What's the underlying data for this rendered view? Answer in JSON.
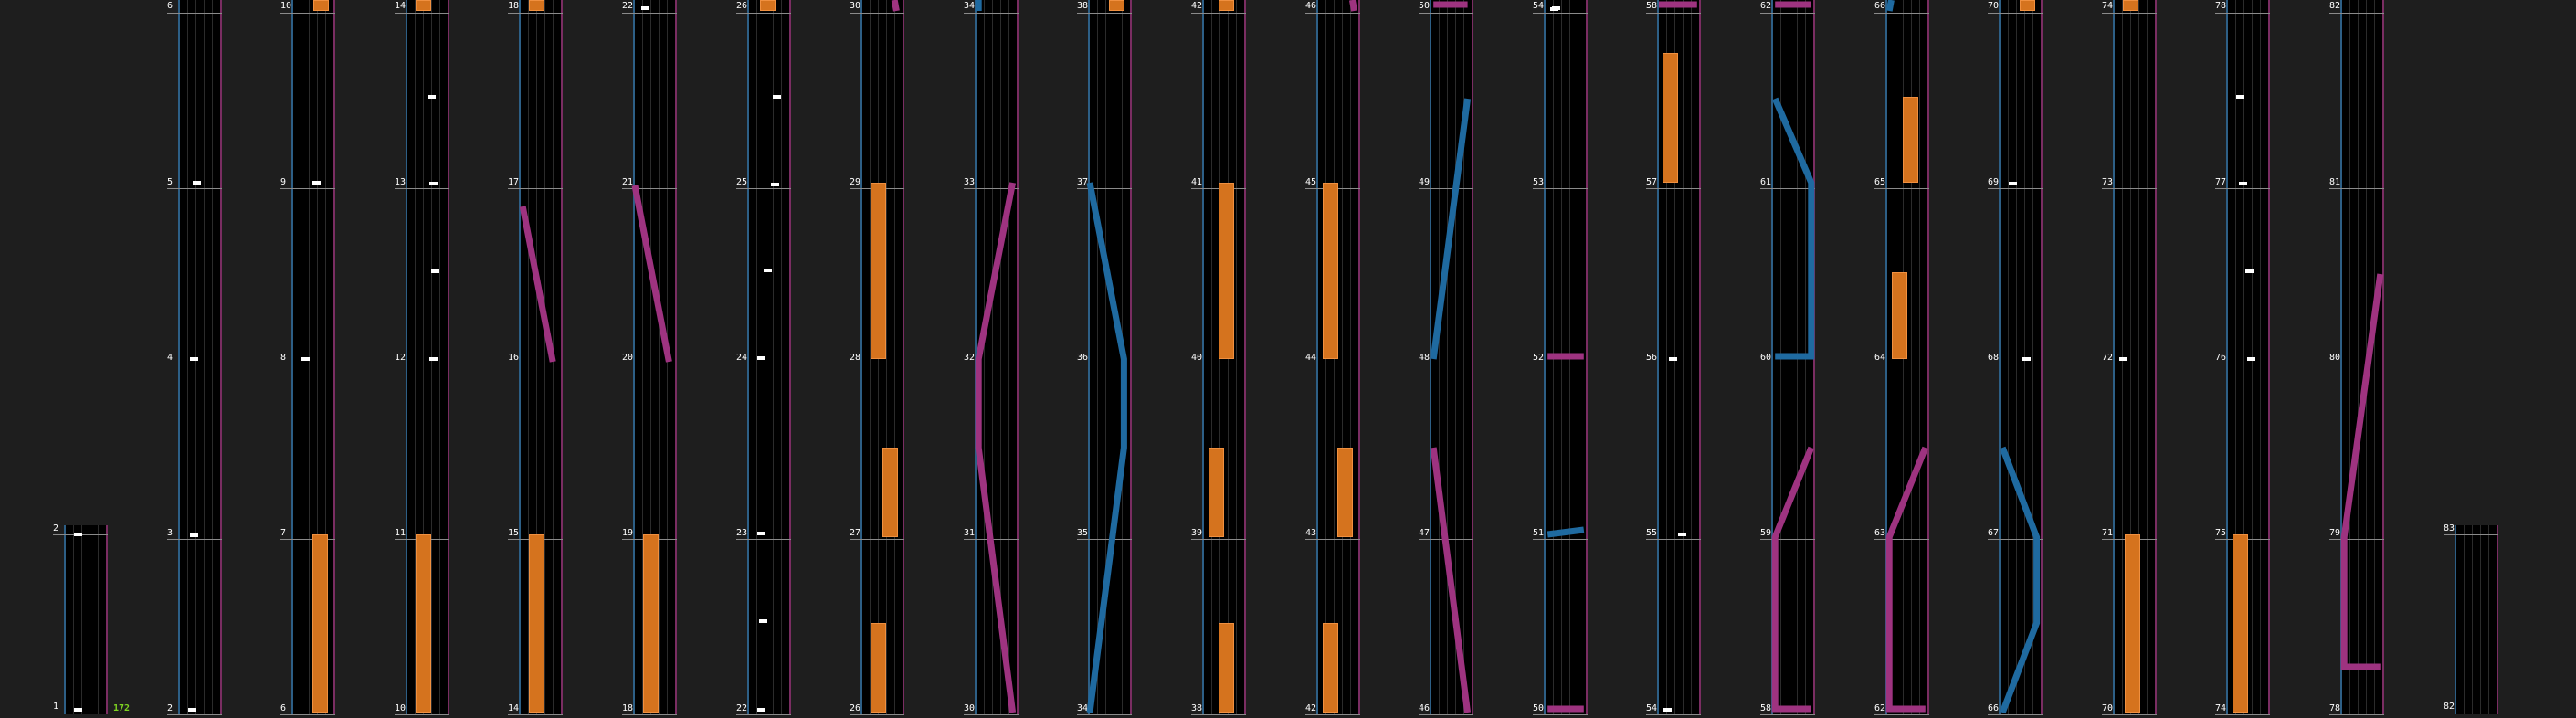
{
  "combo": "172",
  "colors": {
    "background": "#1e1e1e",
    "lane": "#000000",
    "edge_left": "#2d5f86",
    "edge_right": "#7a2d62",
    "hold": "#d5731e",
    "slide_pink": "#9e3380",
    "slide_blue": "#1f6aa0",
    "tap": "#ffffff",
    "combo": "#7ed321"
  },
  "columns": [
    {
      "measures": [
        "1",
        "2"
      ]
    },
    {
      "measures": [
        "2",
        "3",
        "4",
        "5",
        "6"
      ]
    },
    {
      "measures": [
        "6",
        "7",
        "8",
        "9",
        "10"
      ]
    },
    {
      "measures": [
        "10",
        "11",
        "12",
        "13",
        "14"
      ]
    },
    {
      "measures": [
        "14",
        "15",
        "16",
        "17",
        "18"
      ]
    },
    {
      "measures": [
        "18",
        "19",
        "20",
        "21",
        "22"
      ]
    },
    {
      "measures": [
        "22",
        "23",
        "24",
        "25",
        "26"
      ]
    },
    {
      "measures": [
        "26",
        "27",
        "28",
        "29",
        "30"
      ]
    },
    {
      "measures": [
        "30",
        "31",
        "32",
        "33",
        "34"
      ]
    },
    {
      "measures": [
        "34",
        "35",
        "36",
        "37",
        "38"
      ]
    },
    {
      "measures": [
        "38",
        "39",
        "40",
        "41",
        "42"
      ]
    },
    {
      "measures": [
        "42",
        "43",
        "44",
        "45",
        "46"
      ]
    },
    {
      "measures": [
        "46",
        "47",
        "48",
        "49",
        "50"
      ]
    },
    {
      "measures": [
        "50",
        "51",
        "52",
        "53",
        "54"
      ]
    },
    {
      "measures": [
        "54",
        "55",
        "56",
        "57",
        "58"
      ]
    },
    {
      "measures": [
        "58",
        "59",
        "60",
        "61",
        "62"
      ]
    },
    {
      "measures": [
        "62",
        "63",
        "64",
        "65",
        "66"
      ]
    },
    {
      "measures": [
        "66",
        "67",
        "68",
        "69",
        "70"
      ]
    },
    {
      "measures": [
        "70",
        "71",
        "72",
        "73",
        "74"
      ]
    },
    {
      "measures": [
        "74",
        "75",
        "76",
        "77",
        "78"
      ]
    },
    {
      "measures": [
        "78",
        "79",
        "80",
        "81",
        "82"
      ]
    },
    {
      "measures": [
        "82",
        "83"
      ]
    }
  ]
}
